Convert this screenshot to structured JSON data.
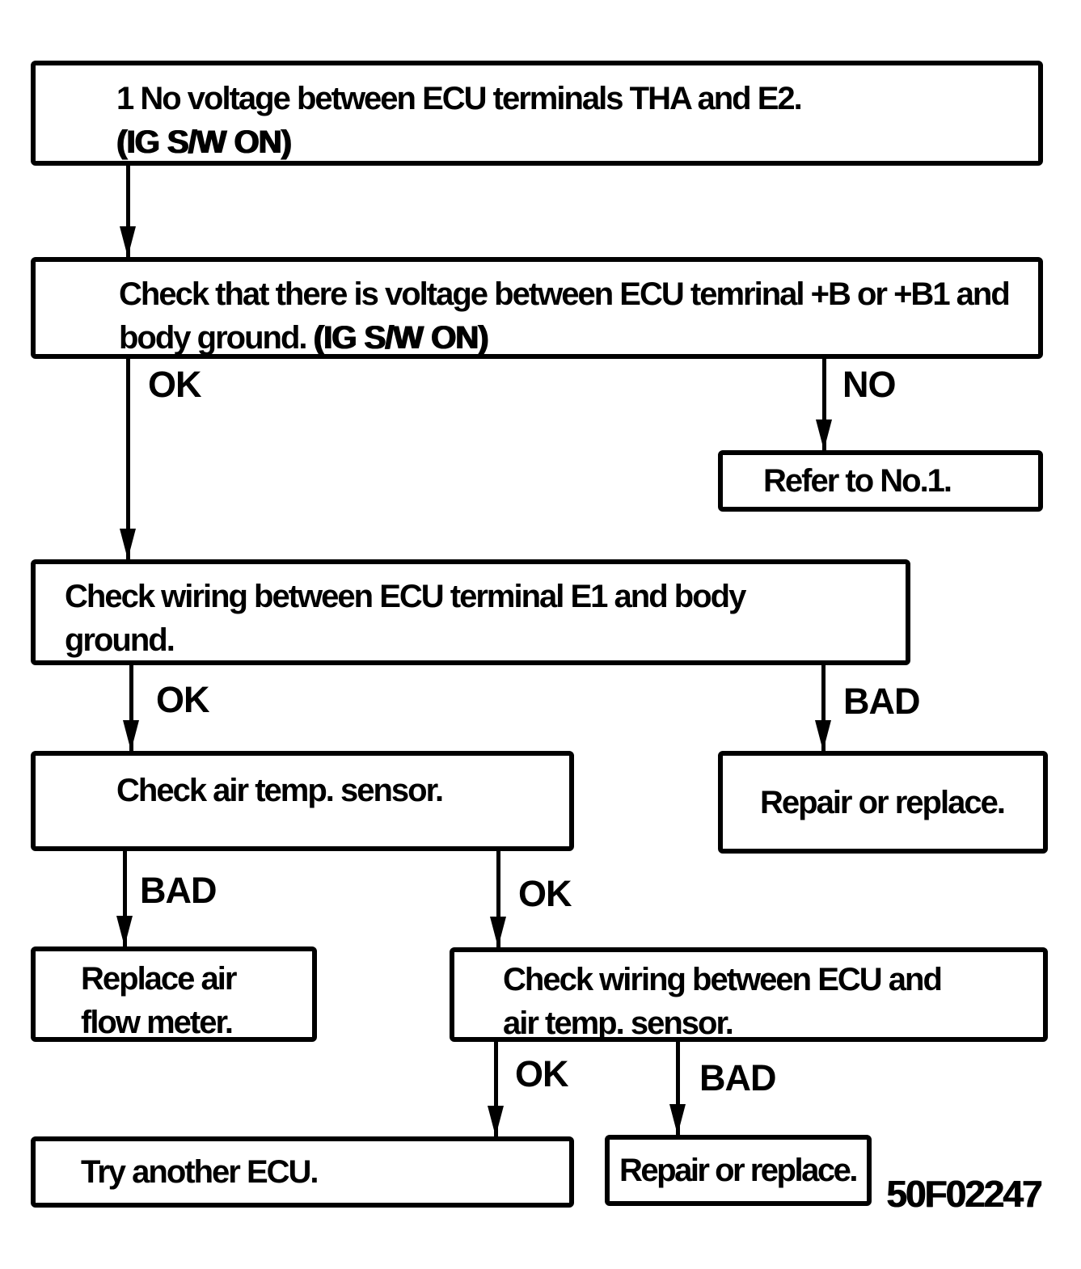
{
  "figure": {
    "code": "50F02247"
  },
  "flowchart": {
    "problem": {
      "line1": "1  No voltage between ECU terminals THA and E2.",
      "line2": "(IG S/W ON)"
    },
    "nodes": {
      "check_b_voltage": {
        "line1": "Check that there is voltage between ECU temrinal +B or +B1 and",
        "line2_plain": "body ground. ",
        "line2_heavy": "(IG S/W ON)"
      },
      "refer_no1": {
        "text": "Refer to No.1."
      },
      "check_e1_wiring": {
        "line1": "Check wiring between ECU terminal E1 and body",
        "line2": "ground."
      },
      "check_air_temp_sensor": {
        "text": "Check air temp. sensor."
      },
      "repair_or_replace_1": {
        "text": "Repair or replace."
      },
      "replace_air_flow_meter": {
        "line1": "Replace air",
        "line2": "flow meter."
      },
      "check_ecu_sensor_wiring": {
        "line1": "Check wiring between ECU and",
        "line2": "air temp. sensor."
      },
      "try_another_ecu": {
        "text": "Try another ECU."
      },
      "repair_or_replace_2": {
        "text": "Repair or replace."
      }
    },
    "edge_labels": {
      "voltage_ok": "OK",
      "voltage_no": "NO",
      "e1_ok": "OK",
      "e1_bad": "BAD",
      "sensor_bad": "BAD",
      "sensor_ok": "OK",
      "wiring_ok": "OK",
      "wiring_bad": "BAD"
    }
  }
}
